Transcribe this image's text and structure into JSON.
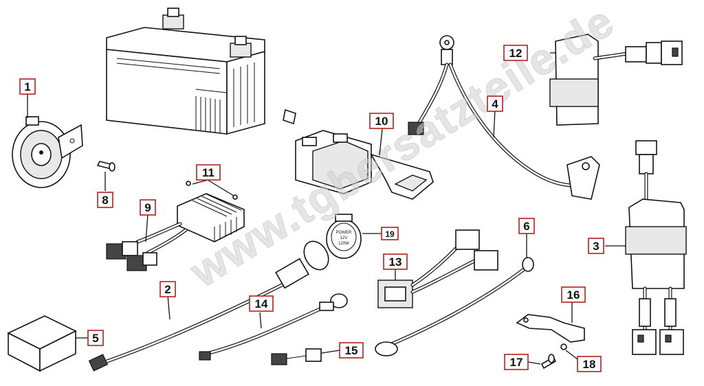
{
  "watermark": "www.tgbersatzteile.de",
  "callouts": [
    {
      "id": "1",
      "label": "1"
    },
    {
      "id": "2",
      "label": "2"
    },
    {
      "id": "3",
      "label": "3"
    },
    {
      "id": "4",
      "label": "4"
    },
    {
      "id": "5",
      "label": "5"
    },
    {
      "id": "6",
      "label": "6"
    },
    {
      "id": "8",
      "label": "8"
    },
    {
      "id": "9",
      "label": "9"
    },
    {
      "id": "10",
      "label": "10"
    },
    {
      "id": "11",
      "label": "11"
    },
    {
      "id": "12",
      "label": "12"
    },
    {
      "id": "13",
      "label": "13"
    },
    {
      "id": "14",
      "label": "14"
    },
    {
      "id": "15",
      "label": "15"
    },
    {
      "id": "16",
      "label": "16"
    },
    {
      "id": "17",
      "label": "17"
    },
    {
      "id": "18",
      "label": "18"
    },
    {
      "id": "19",
      "label": "19"
    }
  ],
  "socket_cap": {
    "line1": "POWER",
    "line2": "12V",
    "line3": "120W"
  }
}
